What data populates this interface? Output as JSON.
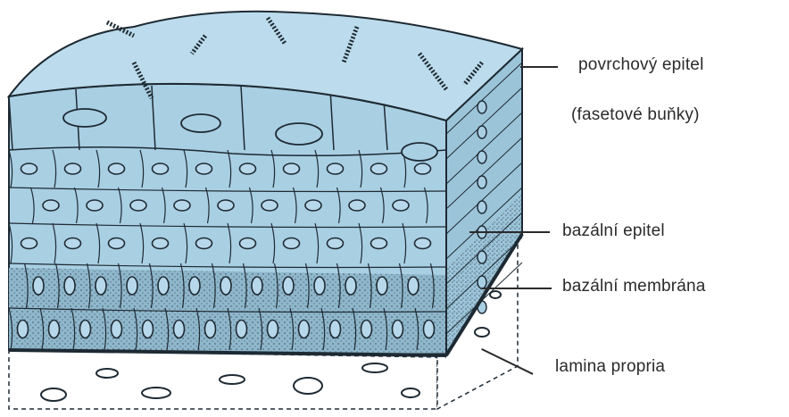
{
  "labels": {
    "surface_epithelium": "povrchový epitel",
    "facet_cells": "(fasetové buňky)",
    "basal_epithelium": "bazální epitel",
    "basement_membrane": "bazální  membrána",
    "lamina_propria": "lamina propria"
  },
  "colors": {
    "cell_fill": "#a9cfe3",
    "cell_fill_light": "#bcdced",
    "outline": "#1e2a33",
    "basal_band": "#8fb7cc",
    "background": "#ffffff"
  }
}
